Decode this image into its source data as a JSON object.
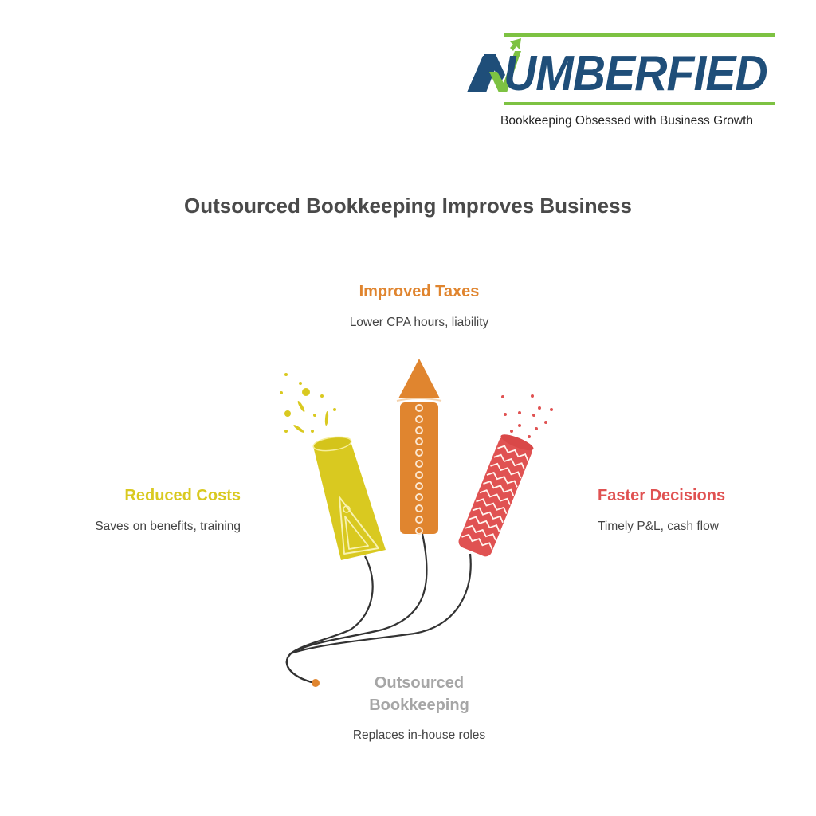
{
  "brand": {
    "name": "NUMBERFIED",
    "name_rest": "UMBERFIED",
    "tagline": "Bookkeeping Obsessed with Business Growth",
    "colors": {
      "navy": "#1f4e79",
      "green": "#7dc242"
    }
  },
  "title": "Outsourced Bookkeeping Improves Business",
  "center": {
    "title": "Outsourced Bookkeeping",
    "title_line1": "Outsourced",
    "title_line2": "Bookkeeping",
    "desc": "Replaces in-house roles",
    "color": "#a6a6a6",
    "dot_color": "#e0852f"
  },
  "branches": [
    {
      "id": "reduced-costs",
      "title": "Reduced Costs",
      "desc": "Saves on benefits, training",
      "color": "#d9c920",
      "icon": "party-popper-icon"
    },
    {
      "id": "improved-taxes",
      "title": "Improved Taxes",
      "desc": "Lower CPA hours, liability",
      "color": "#e0852f",
      "icon": "rocket-firework-icon"
    },
    {
      "id": "faster-decisions",
      "title": "Faster Decisions",
      "desc": "Timely P&L, cash flow",
      "color": "#e05252",
      "icon": "firecracker-icon"
    }
  ]
}
